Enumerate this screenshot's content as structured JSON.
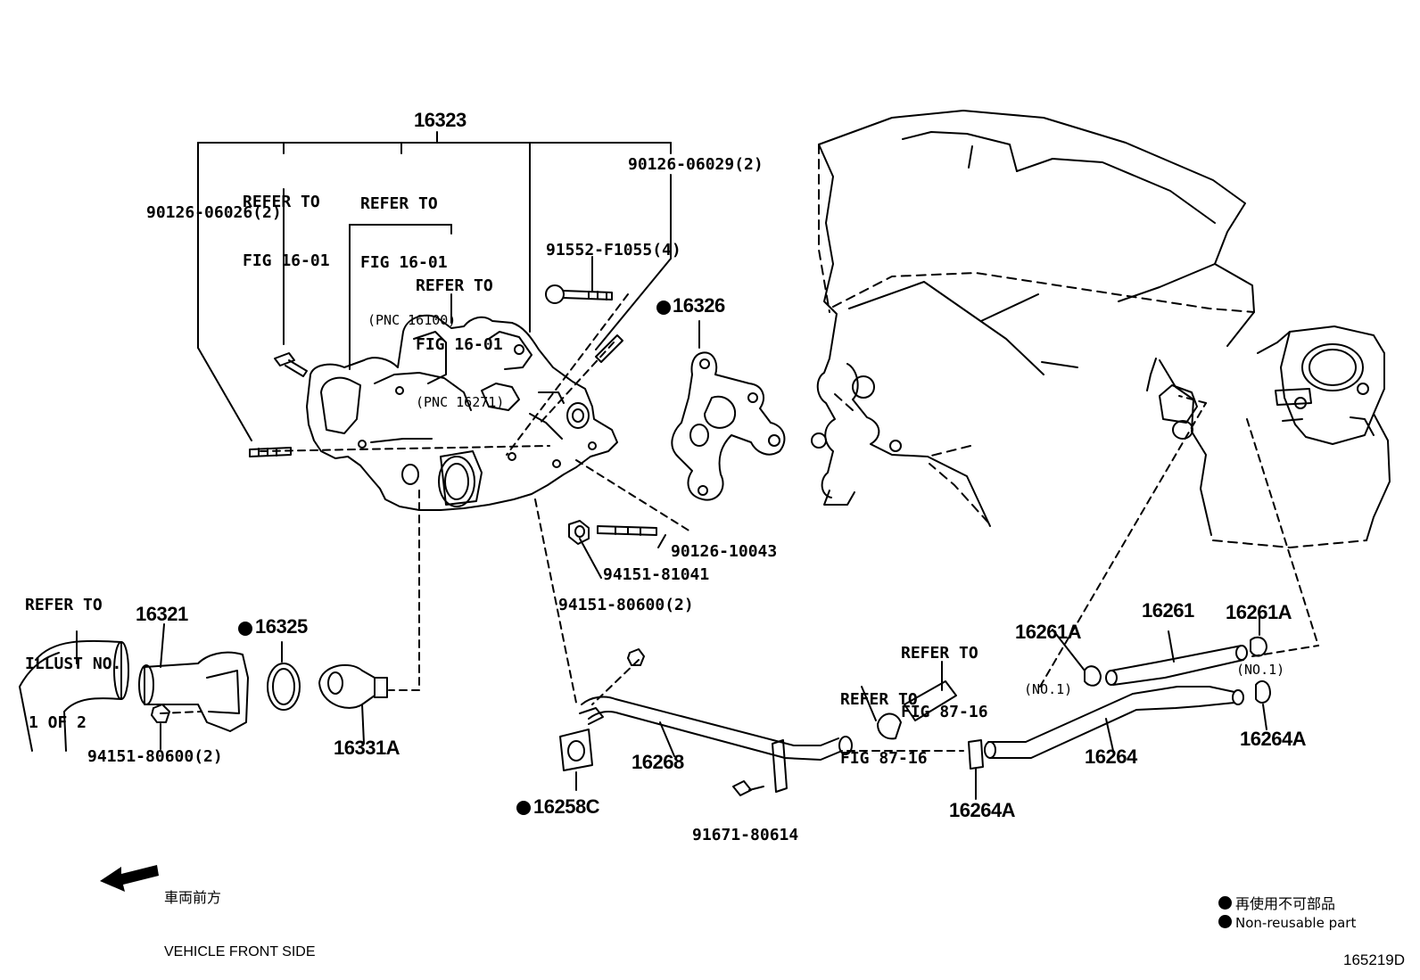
{
  "header_part": "16323",
  "refer_fig_a": {
    "l1": "REFER TO",
    "l2": "FIG 16-01"
  },
  "refer_fig_b": {
    "l1": "REFER TO",
    "l2": "FIG 16-01",
    "pnc": "(PNC 16100)"
  },
  "refer_fig_c": {
    "l1": "REFER TO",
    "l2": "FIG 16-01",
    "pnc": "(PNC 16271)"
  },
  "p_90126_06026": "90126-06026(2)",
  "p_90126_06029": "90126-06029(2)",
  "p_91552_f1055": "91552-F1055(4)",
  "p_16326": "16326",
  "p_90126_10043": "90126-10043",
  "p_94151_81041": "94151-81041",
  "p_94151_80600_mid": "94151-80600(2)",
  "refer_illust": {
    "l1": "REFER TO",
    "l2": "ILLUST NO.",
    "l3": "1 OF 2"
  },
  "p_16321": "16321",
  "p_16325": "16325",
  "p_94151_80600_left": "94151-80600(2)",
  "p_16331a": "16331A",
  "p_16268": "16268",
  "p_16258c": "16258C",
  "p_91671_80614": "91671-80614",
  "refer_fig_87_upper": {
    "l1": "REFER TO",
    "l2": "FIG 87-16"
  },
  "refer_fig_87_lower": {
    "l1": "REFER TO",
    "l2": "FIG 87-16"
  },
  "p_16264a_bottom": "16264A",
  "p_16261a_left": {
    "part": "16261A",
    "note": "(NO.1)"
  },
  "p_16261": "16261",
  "p_16261a_right": {
    "part": "16261A",
    "note": "(NO.1)"
  },
  "p_16264": "16264",
  "p_16264a_right": "16264A",
  "direction": {
    "jp": "車両前方",
    "en": "VEHICLE FRONT SIDE"
  },
  "legend": {
    "jp": "再使用不可部品",
    "en": "Non-reusable part"
  },
  "drawing_number": "165219D"
}
